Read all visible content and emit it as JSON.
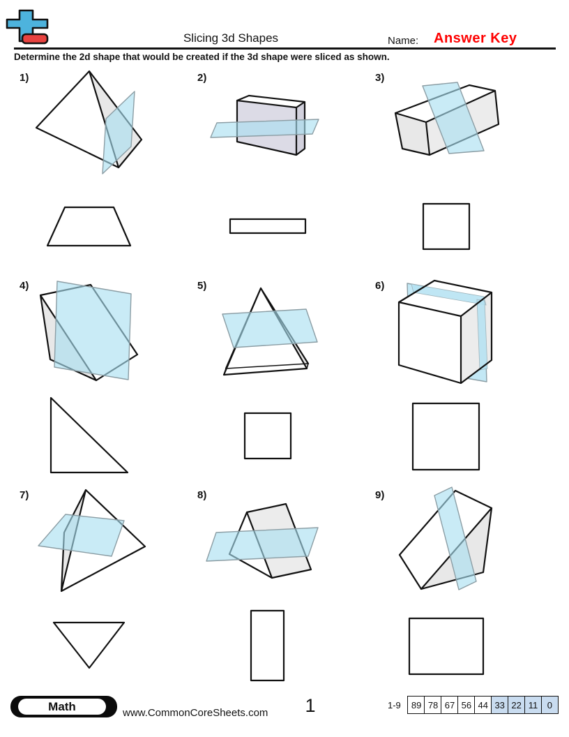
{
  "header": {
    "title": "Slicing 3d Shapes",
    "name_label": "Name:",
    "answer_key": "Answer Key",
    "instruction": "Determine the 2d shape that would be created if the 3d shape were sliced as shown."
  },
  "problems": [
    {
      "number": "1)",
      "solid": "triangular-pyramid",
      "slice_plane": "vertical",
      "answer_shape": "trapezoid"
    },
    {
      "number": "2)",
      "solid": "rectangular-prism",
      "slice_plane": "horizontal",
      "answer_shape": "thin-rectangle"
    },
    {
      "number": "3)",
      "solid": "long-rectangular-prism",
      "slice_plane": "vertical",
      "answer_shape": "square"
    },
    {
      "number": "4)",
      "solid": "triangular-prism",
      "slice_plane": "parallel-to-triangular-face",
      "answer_shape": "right-triangle"
    },
    {
      "number": "5)",
      "solid": "square-pyramid",
      "slice_plane": "horizontal",
      "answer_shape": "square"
    },
    {
      "number": "6)",
      "solid": "cube",
      "slice_plane": "vertical",
      "answer_shape": "square"
    },
    {
      "number": "7)",
      "solid": "triangular-pyramid",
      "slice_plane": "horizontal",
      "answer_shape": "triangle"
    },
    {
      "number": "8)",
      "solid": "triangular-prism",
      "slice_plane": "horizontal",
      "answer_shape": "tall-rectangle"
    },
    {
      "number": "9)",
      "solid": "triangular-prism",
      "slice_plane": "vertical",
      "answer_shape": "rectangle"
    }
  ],
  "footer": {
    "subject_badge": "Math",
    "website": "www.CommonCoreSheets.com",
    "page_number": "1",
    "score_range_label": "1-9",
    "score_values": [
      "89",
      "78",
      "67",
      "56",
      "44",
      "33",
      "22",
      "11",
      "0"
    ]
  },
  "colors": {
    "answer_key_red": "#fe0000",
    "slice_plane_blue": "#a8def0",
    "score_highlight_blue": "#c9dcf0",
    "logo_blue": "#4db3dd",
    "logo_red": "#e84340"
  }
}
